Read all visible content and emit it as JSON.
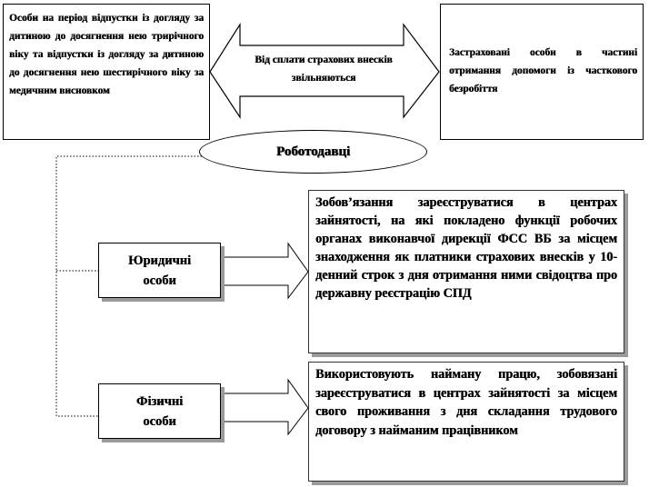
{
  "top_left": {
    "text": "Особи на період відпустки із догляду за дитиною до досягнення нею трирічного віку та відпустки із догляду за дитиною до досягнення нею шестирічного віку за медичним висновком"
  },
  "top_right": {
    "text": "Застраховані особи в частині отримання допомоги із часткового безробіття"
  },
  "double_arrow": {
    "label": "Від сплати страхових внесків звільняються"
  },
  "employers": {
    "label": "Роботодавці"
  },
  "legal_entities": {
    "label": "Юридичні особи",
    "description": "Зобов’язання зареєструватися в центрах зайнятості, на які покладено функції робочих органах виконавчої дирекції ФСС ВБ за місцем знаходження як платники страхових внесків у 10-денний строк з дня отримання ними свідоцтва про державну реєстрацію СПД"
  },
  "individuals": {
    "label": "Фізичні особи",
    "description": "Використовують найману працю, зобовязані зареєструватися в центрах зайнятості за місцем свого проживання з дня складання трудового договору з найманим працівником"
  },
  "colors": {
    "line": "#000000",
    "shadow": "#9a9a9a",
    "background": "#ffffff"
  }
}
